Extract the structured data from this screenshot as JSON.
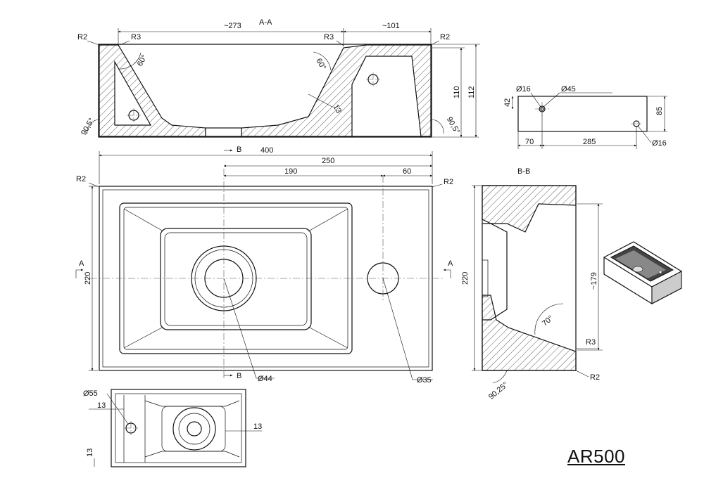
{
  "title": "AR500",
  "sections": {
    "aa": "A-A",
    "bb": "B-B"
  },
  "section_aa": {
    "top_left_length": "~273",
    "top_right_length": "~101",
    "radius_r2": "R2",
    "radius_r3": "R3",
    "angle_60": "60°",
    "angle_905": "90,5°",
    "thickness_13": "13",
    "height_110": "110",
    "height_112": "112"
  },
  "back_view": {
    "hole_16": "Ø16",
    "hole_45": "Ø45",
    "height_42": "42",
    "height_85": "85",
    "width_70": "70",
    "width_285": "285"
  },
  "plan_view": {
    "width_400": "400",
    "dim_250": "250",
    "dim_190": "190",
    "dim_60": "60",
    "depth_220": "220",
    "radius_r2": "R2",
    "section_a": "A",
    "section_b": "B",
    "drain_44": "Ø44",
    "tap_35": "Ø35"
  },
  "section_bb": {
    "height_220": "220",
    "depth_179": "~179",
    "angle_70": "70°",
    "radius_r3": "R3",
    "radius_r2": "R2",
    "angle_9025": "90,25°"
  },
  "bottom_view": {
    "hole_55": "Ø55",
    "dim_13": "13"
  }
}
